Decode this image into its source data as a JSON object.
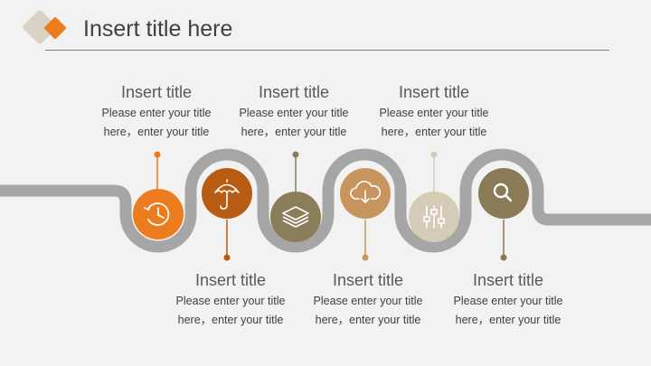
{
  "slide": {
    "title": "Insert title here"
  },
  "colors": {
    "background": "#f2f2f2",
    "track": "#a6a6a6",
    "step1": "#ec7c1e",
    "step2": "#b85c13",
    "step3": "#8c7d5a",
    "step4": "#c9955f",
    "step5": "#d5cbb7",
    "step6": "#8a7a55"
  },
  "steps": [
    {
      "title": "Insert title",
      "desc1": "Please enter your title",
      "desc2": "here，enter your title",
      "icon": "history-icon"
    },
    {
      "title": "Insert title",
      "desc1": "Please enter your title",
      "desc2": "here，enter your title",
      "icon": "umbrella-icon"
    },
    {
      "title": "Insert title",
      "desc1": "Please enter your title",
      "desc2": "here，enter your title",
      "icon": "layers-icon"
    },
    {
      "title": "Insert title",
      "desc1": "Please enter your title",
      "desc2": "here，enter your title",
      "icon": "cloud-download-icon"
    },
    {
      "title": "Insert title",
      "desc1": "Please enter your title",
      "desc2": "here，enter your title",
      "icon": "equalizer-icon"
    },
    {
      "title": "Insert title",
      "desc1": "Please enter your title",
      "desc2": "here，enter your title",
      "icon": "search-icon"
    }
  ]
}
